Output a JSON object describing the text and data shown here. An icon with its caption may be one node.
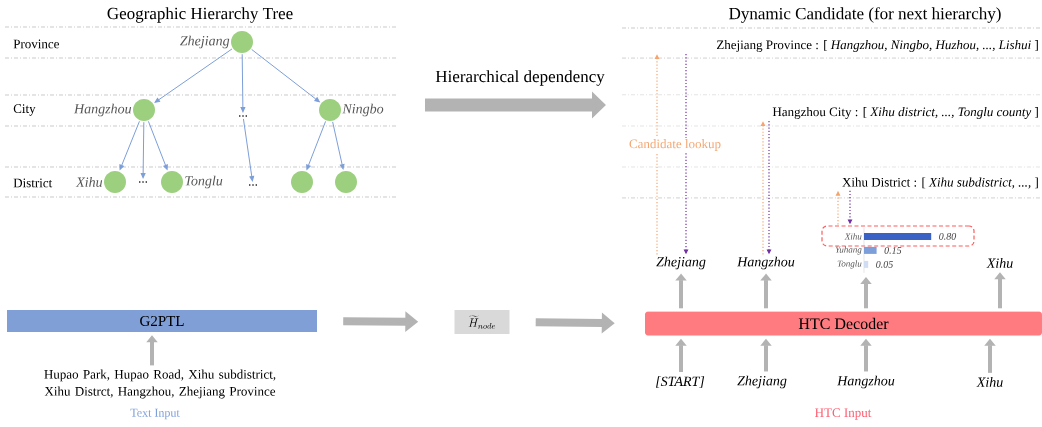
{
  "diagram": {
    "nodes": [
      {
        "text": [],
        "shape": "circle",
        "beside": [
          "Zhejiang"
        ]
      },
      {
        "text": [],
        "shape": "circle",
        "beside": [
          "Hangzhou"
        ]
      },
      {
        "text": [],
        "shape": "circle",
        "beside": [
          "Ningbo"
        ]
      },
      {
        "text": [],
        "shape": "circle",
        "beside": [
          "Xihu"
        ]
      },
      {
        "text": [],
        "shape": "circle",
        "beside": [
          "Tonglu"
        ]
      },
      {
        "text": [],
        "shape": "circle"
      },
      {
        "text": [],
        "shape": "circle"
      },
      {
        "text": [
          "..."
        ]
      },
      {
        "text": [
          "..."
        ]
      },
      {
        "text": [
          "..."
        ]
      },
      {
        "text": [
          "Zhejiang  Province : [ *Hangzhou, Ningbo, Huzhou, ..., Lishui* ]"
        ]
      },
      {
        "text": [
          "Hangzhou City : [ *Xihu district, ..., Tonglu county* ]"
        ]
      },
      {
        "text": [
          "Xihu  District : [ *Xihu subdistrict, ...,* ]"
        ]
      },
      {
        "text": [],
        "shape": "box"
      },
      {
        "text": [
          "Zhejiang"
        ]
      },
      {
        "text": [
          "Hangzhou"
        ]
      },
      {
        "text": [
          "Xihu"
        ]
      },
      {
        "text": [
          "HTC Decoder"
        ]
      },
      {
        "text": [
          "[START]"
        ]
      },
      {
        "text": [
          "Zhejiang"
        ]
      },
      {
        "text": [
          "Hangzhou"
        ]
      },
      {
        "text": [
          "Xihu"
        ]
      },
      {
        "text": [
          "G2PTL"
        ]
      },
      {
        "text": [
          "Hupao Park, Hupao Road, Xihu subdistrict, Xihu Distrct, Hangzhou, Zhejiang Province"
        ]
      },
      {
        "text": [
          "\\widetilde{H}_{node}"
        ]
      }
    ],
    "edges": [
      {
        "from": 0,
        "to": 1,
        "arrow": "to",
        "color": "#7c9ed9"
      },
      {
        "from": 0,
        "to": 7,
        "arrow": "to",
        "color": "#7c9ed9"
      },
      {
        "from": 0,
        "to": 2,
        "arrow": "to",
        "color": "#7c9ed9"
      },
      {
        "from": 1,
        "to": 3,
        "arrow": "to",
        "color": "#7c9ed9"
      },
      {
        "from": 1,
        "to": 8,
        "arrow": "to",
        "color": "#7c9ed9"
      },
      {
        "from": 1,
        "to": 4,
        "arrow": "to",
        "color": "#7c9ed9"
      },
      {
        "from": 7,
        "to": 9,
        "arrow": "to",
        "color": "#7c9ed9"
      },
      {
        "from": 2,
        "to": 5,
        "arrow": "to",
        "color": "#7c9ed9"
      },
      {
        "from": 2,
        "to": 6,
        "arrow": "to",
        "color": "#7c9ed9"
      },
      {
        "from": 14,
        "to": 10,
        "arrow": "to",
        "style": "dashed",
        "color": "#f4a46e",
        "label": "Candidate lookup"
      },
      {
        "from": 10,
        "to": 14,
        "arrow": "to",
        "style": "dashed",
        "color": "#7030a0"
      },
      {
        "from": 15,
        "to": 11,
        "arrow": "to",
        "style": "dashed",
        "color": "#f4a46e"
      },
      {
        "from": 11,
        "to": 15,
        "arrow": "to",
        "style": "dashed",
        "color": "#7030a0"
      },
      {
        "from": 13,
        "to": 12,
        "arrow": "to",
        "style": "dashed",
        "color": "#f4a46e"
      },
      {
        "from": 12,
        "to": 13,
        "arrow": "to",
        "style": "dashed",
        "color": "#7030a0"
      },
      {
        "from": 23,
        "to": 22,
        "arrow": "to",
        "style": "thick"
      },
      {
        "from": 22,
        "to": 24,
        "arrow": "to",
        "style": "thick"
      },
      {
        "from": 24,
        "to": 17,
        "arrow": "to",
        "style": "thick"
      },
      {
        "from": 18,
        "to": 17,
        "arrow": "to",
        "style": "thick"
      },
      {
        "from": 19,
        "to": 17,
        "arrow": "to",
        "style": "thick"
      },
      {
        "from": 20,
        "to": 17,
        "arrow": "to",
        "style": "thick"
      },
      {
        "from": 21,
        "to": 17,
        "arrow": "to",
        "style": "thick"
      },
      {
        "from": 17,
        "to": 14,
        "arrow": "to",
        "style": "thick"
      },
      {
        "from": 17,
        "to": 15,
        "arrow": "to",
        "style": "thick"
      },
      {
        "from": 17,
        "to": null,
        "arrow": "to",
        "style": "thick"
      },
      {
        "from": 17,
        "to": 16,
        "arrow": "to",
        "style": "thick"
      }
    ],
    "labels": [
      "Geographic Hierarchy Tree",
      "Province",
      "City",
      "District",
      "Dynamic Candidate (for next hierarchy)",
      "Hierarchical dependency",
      "Text Input",
      "HTC Input"
    ],
    "chart_data": {
      "type": "bar",
      "orientation": "horizontal",
      "categories": [
        "Xihu",
        "Yuhang",
        "Tonglu"
      ],
      "values": [
        0.8,
        0.15,
        0.05
      ],
      "value_labels": [
        "0.80",
        "0.15",
        "0.05"
      ]
    }
  }
}
